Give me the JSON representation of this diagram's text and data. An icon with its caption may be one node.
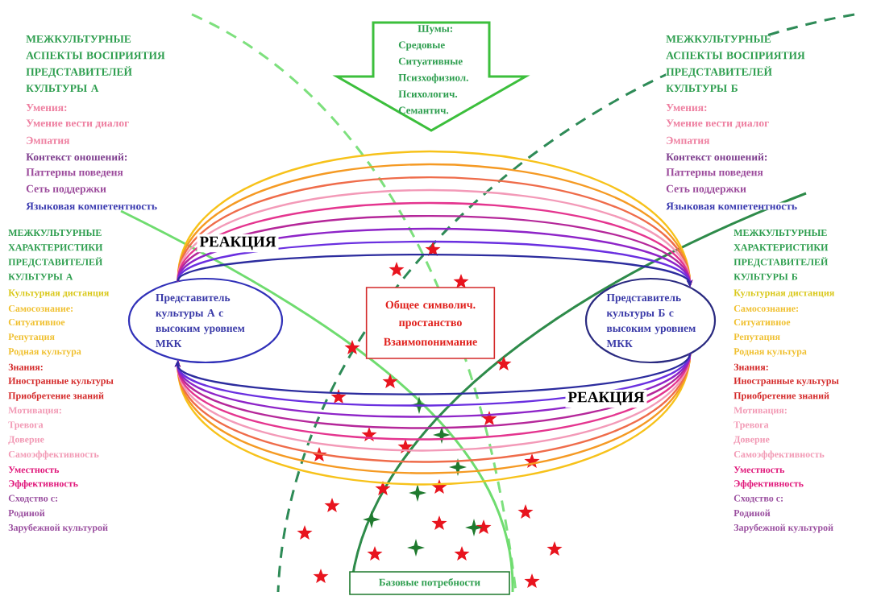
{
  "diagram": {
    "nodes": [
      {
        "text": [
          "Шумы:",
          "Средовые",
          "Ситуативные",
          "Псизхофизиол.",
          "Психологич.",
          "Семантич."
        ]
      },
      {
        "text": [
          "Представитель культуры А с высоким уровнем МКК"
        ]
      },
      {
        "text": [
          "Общее символич. простанство",
          "Взаимопонимание"
        ]
      },
      {
        "text": [
          "Представитель культуры Б с высоким уровнем МКК"
        ]
      },
      {
        "text": [
          "Базовые потребности"
        ]
      }
    ],
    "edges": [
      {
        "from": 1,
        "to": 3,
        "arrow": "to",
        "color": "#f7c21a"
      },
      {
        "from": 1,
        "to": 3,
        "arrow": "to",
        "color": "#f59a23"
      },
      {
        "from": 1,
        "to": 3,
        "arrow": "to",
        "color": "#ef6c4a"
      },
      {
        "from": 1,
        "to": 3,
        "arrow": "to",
        "color": "#f39ab8"
      },
      {
        "from": 1,
        "to": 3,
        "arrow": "to",
        "color": "#e4358f"
      },
      {
        "from": 1,
        "to": 3,
        "arrow": "to",
        "color": "#b5279a"
      },
      {
        "from": 1,
        "to": 3,
        "arrow": "to",
        "color": "#8e24c8"
      },
      {
        "from": 1,
        "to": 3,
        "arrow": "to",
        "color": "#6a2fe0",
        "label": "РЕАКЦИЯ"
      },
      {
        "from": 1,
        "to": 3,
        "arrow": "to",
        "color": "#2c2c9e"
      },
      {
        "from": 3,
        "to": 1,
        "arrow": "to",
        "color": "#f7c21a"
      },
      {
        "from": 3,
        "to": 1,
        "arrow": "to",
        "color": "#f59a23"
      },
      {
        "from": 3,
        "to": 1,
        "arrow": "to",
        "color": "#ef6c4a"
      },
      {
        "from": 3,
        "to": 1,
        "arrow": "to",
        "color": "#f39ab8"
      },
      {
        "from": 3,
        "to": 1,
        "arrow": "to",
        "color": "#e4358f"
      },
      {
        "from": 3,
        "to": 1,
        "arrow": "to",
        "color": "#b5279a"
      },
      {
        "from": 3,
        "to": 1,
        "arrow": "to",
        "color": "#8e24c8"
      },
      {
        "from": 3,
        "to": 1,
        "arrow": "to",
        "color": "#6a2fe0"
      },
      {
        "from": 3,
        "to": 1,
        "arrow": "to",
        "color": "#2c2c9e",
        "label": "РЕАКЦИЯ"
      }
    ],
    "labels": [
      "МЕЖКУЛЬТУРНЫЕ АСПЕКТЫ ВОСПРИЯТИЯ ПРЕДСТАВИТЕЛЕЙ КУЛЬТУРЫ А",
      "Умения:",
      "Умение вести диалог",
      "Эмпатия",
      "Контекст оношений:",
      "Паттерны поведеня",
      "Сеть поддержки",
      "Языковая компетентность",
      "МЕЖКУЛЬТУРНЫЕ АСПЕКТЫ ВОСПРИЯТИЯ ПРЕДСТАВИТЕЛЕЙ КУЛЬТУРЫ Б",
      "Умения:",
      "Умение вести диалог",
      "Эмпатия",
      "Контекст оношений:",
      "Паттерны поведеня",
      "Сеть поддержки",
      "Языковая компетентность",
      "МЕЖКУЛЬТУРНЫЕ ХАРАКТЕРИСТИКИ ПРЕДСТАВИТЕЛЕЙ КУЛЬТУРЫ А",
      "Культурная дистанция",
      "Самосознание:",
      "Ситуативное",
      "Репутация",
      "Родная культура",
      "Знания:",
      "Иностранные культуры",
      "Приобретение знаний",
      "Мотивация:",
      "Тревога",
      "Доверие",
      "Самоэффективность",
      "Уместность",
      "Эффективность",
      "Сходство с:",
      "Родиной",
      "Зарубежной культурой",
      "МЕЖКУЛЬТУРНЫЕ ХАРАКТЕРИСТИКИ ПРЕДСТАВИТЕЛЕЙ КУЛЬТУРЫ Б",
      "Культурная дистанция",
      "Самосознание:",
      "Ситуативное",
      "Репутация",
      "Родная культура",
      "Знания:",
      "Иностранные культуры",
      "Приобретение знаний",
      "Мотивация:",
      "Тревога",
      "Доверие",
      "Самоэффективность",
      "Уместность",
      "Эффективность",
      "Сходство с:",
      "Родиной",
      "Зарубежной культурой"
    ]
  }
}
